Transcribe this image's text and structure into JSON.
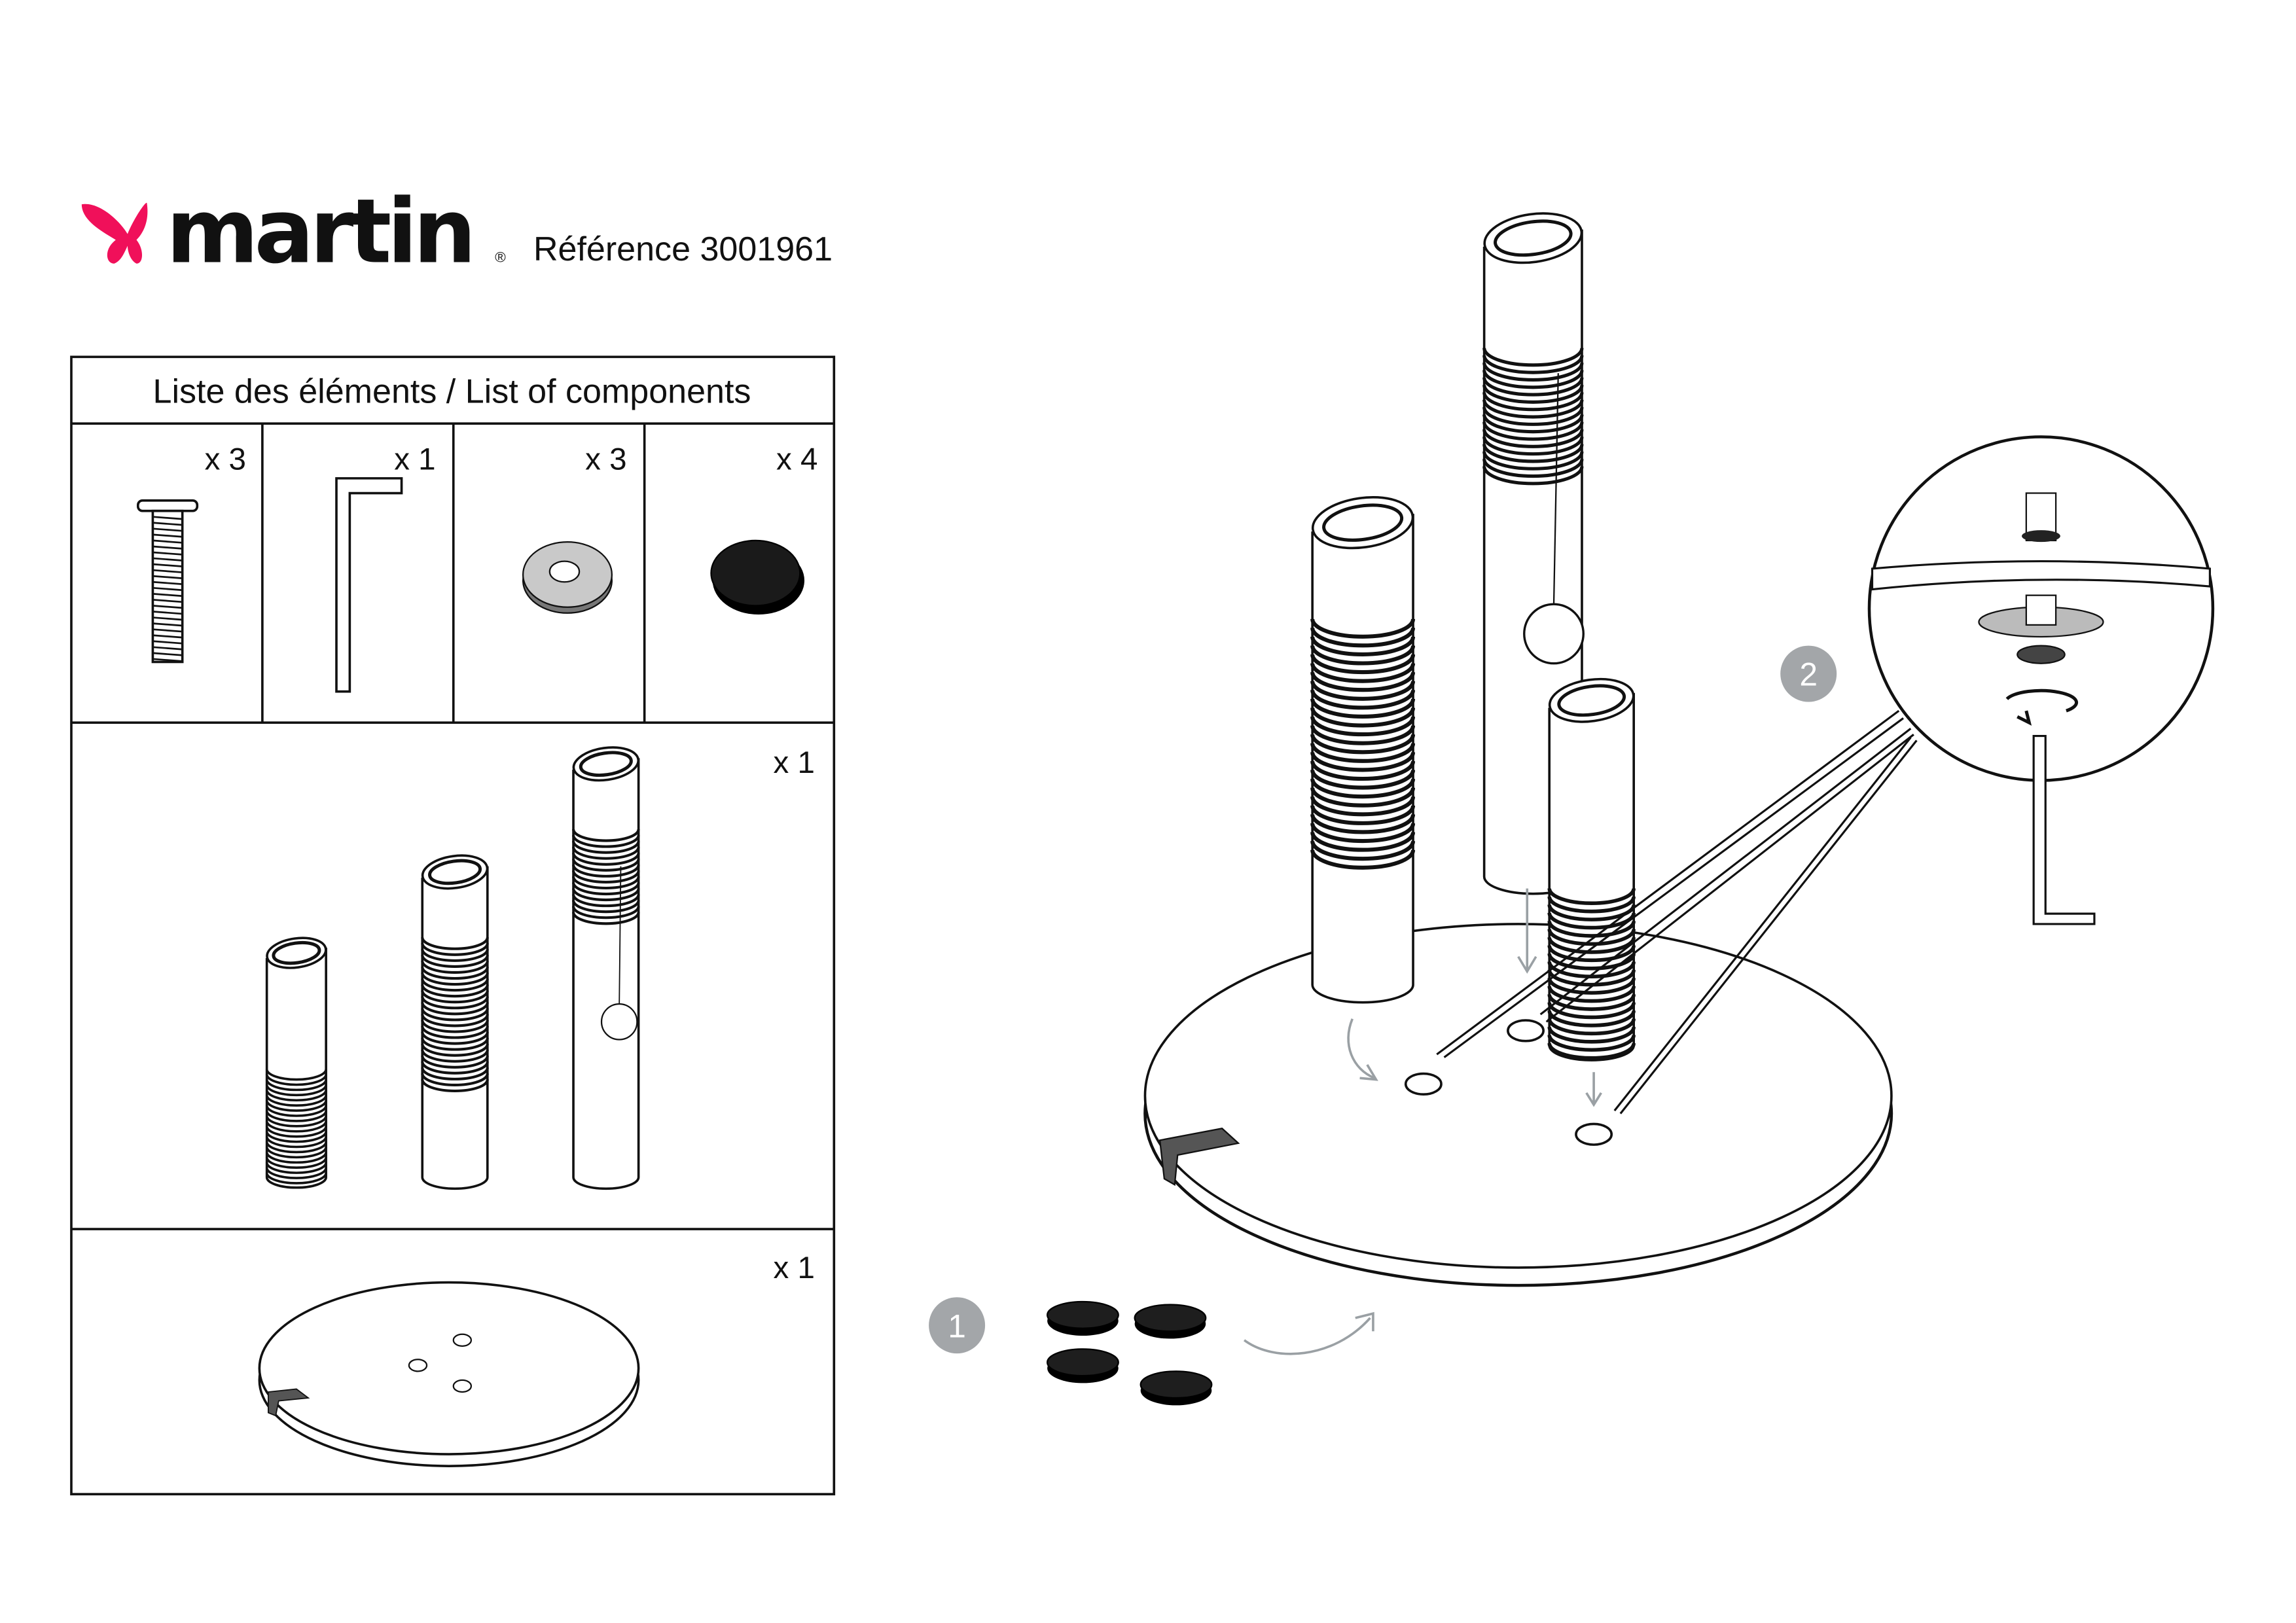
{
  "brand": {
    "name": "martin",
    "registered": "®",
    "reference": "Référence 3001961",
    "accent_color": "#f0105a"
  },
  "components": {
    "title": "Liste des éléments / List of components",
    "items": [
      {
        "name": "bolt",
        "qty": "x 3"
      },
      {
        "name": "allen-key",
        "qty": "x 1"
      },
      {
        "name": "washer",
        "qty": "x 3"
      },
      {
        "name": "felt-pad",
        "qty": "x 4"
      },
      {
        "name": "scratching-posts",
        "qty": "x 1"
      },
      {
        "name": "base-disc",
        "qty": "x 1"
      }
    ]
  },
  "steps": [
    {
      "number": "1"
    },
    {
      "number": "2"
    }
  ],
  "colors": {
    "badge": "#a3a6a9",
    "arrow": "#9aa0a4",
    "pad": "#1a1a1a"
  }
}
